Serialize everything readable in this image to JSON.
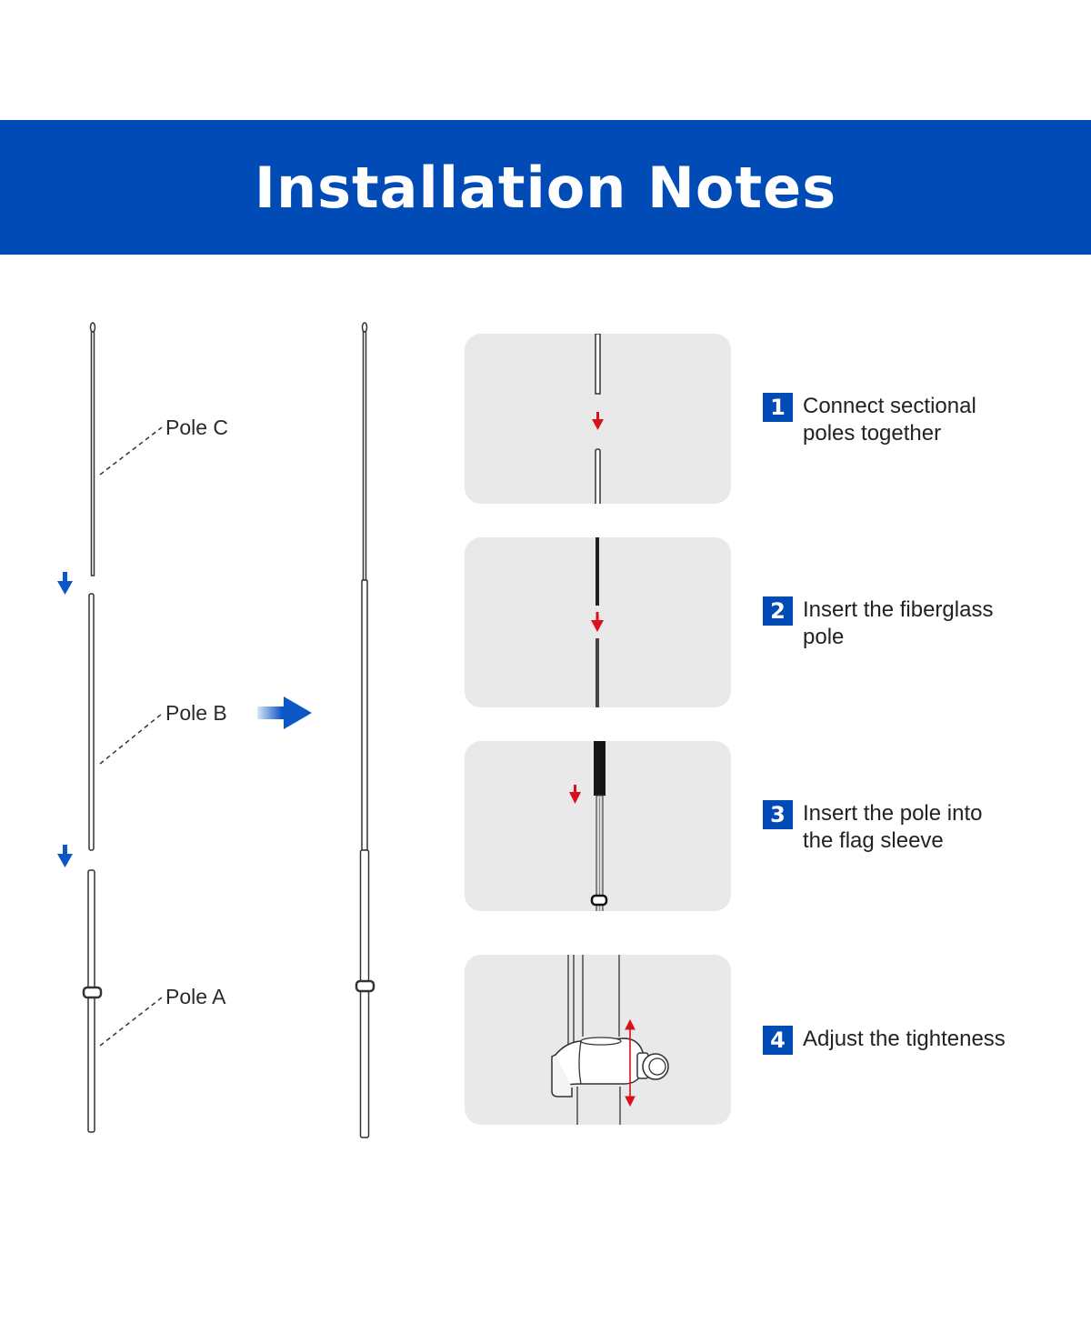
{
  "title": "Installation Notes",
  "colors": {
    "brand_blue": "#004bb5",
    "arrow_red": "#d8121c",
    "panel_gray": "#e9e9e9"
  },
  "poles": [
    {
      "label": "Pole C"
    },
    {
      "label": "Pole B"
    },
    {
      "label": "Pole A"
    }
  ],
  "steps": [
    {
      "number": "1",
      "text": "Connect sectional\npoles together"
    },
    {
      "number": "2",
      "text": "Insert the fiberglass\npole"
    },
    {
      "number": "3",
      "text": "Insert the pole into\nthe flag sleeve"
    },
    {
      "number": "4",
      "text": "Adjust the tighteness"
    }
  ]
}
